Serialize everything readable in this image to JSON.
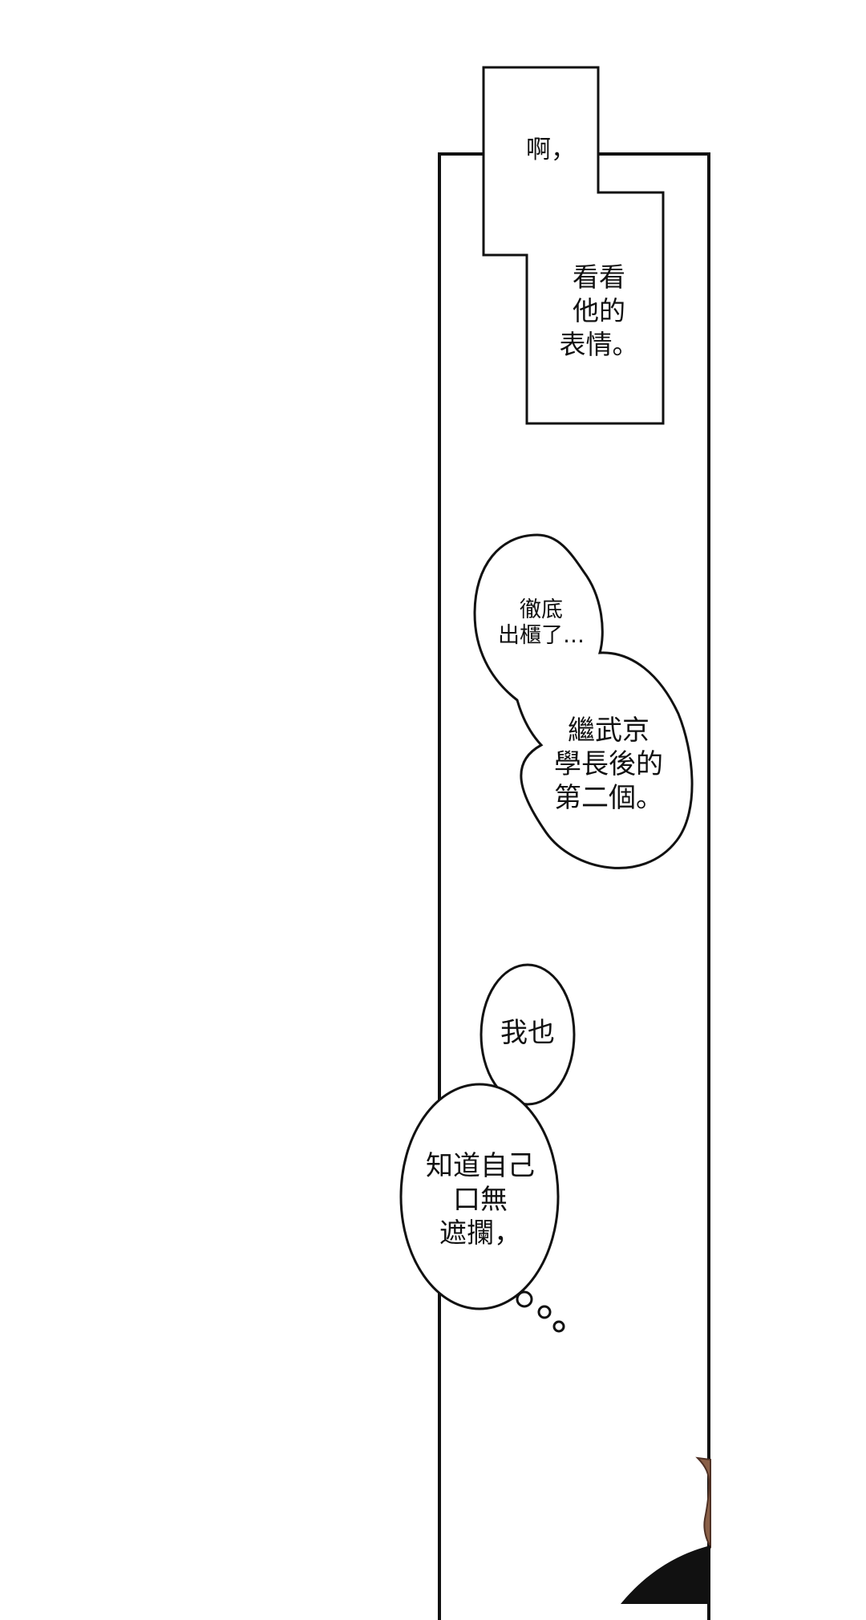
{
  "page": {
    "background": "#ffffff"
  },
  "panel": {
    "border_color": "#111111"
  },
  "captions": {
    "first": "啊，",
    "second": "看看\n他的\n表情。"
  },
  "bubbles": {
    "upper_left": "徹底\n出櫃了…",
    "upper_right": "繼武京\n學長後的\n第二個。",
    "lower_top": "我也",
    "lower_main": "知道自己\n口無\n遮攔，"
  }
}
